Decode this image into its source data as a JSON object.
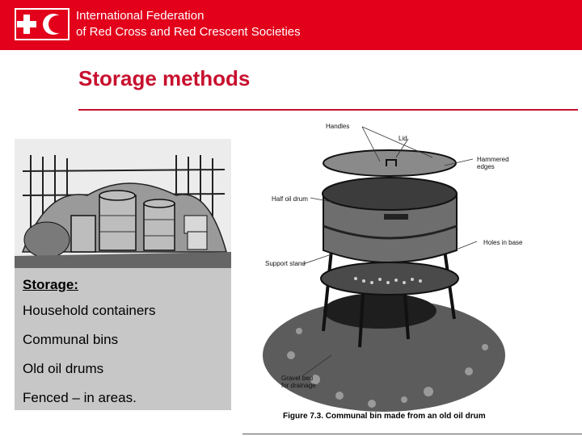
{
  "header": {
    "org_line1": "International Federation",
    "org_line2": "of Red Cross and Red Crescent Societies",
    "colors": {
      "brand_red": "#e2001a",
      "white": "#ffffff"
    }
  },
  "slide": {
    "title": "Storage methods"
  },
  "storage": {
    "heading": "Storage:",
    "items": [
      "Household containers",
      "Communal bins",
      "Old oil drums",
      "Fenced – in areas."
    ]
  },
  "figure": {
    "labels": {
      "handles": "Handles",
      "lid": "Lid",
      "hammered_edges_1": "Hammered",
      "hammered_edges_2": "edges",
      "half_oil_drum": "Half oil drum",
      "holes_in_base": "Holes in base",
      "support_stand": "Support stand",
      "gravel_bed_1": "Gravel bed",
      "gravel_bed_2": "for drainage"
    },
    "caption": "Figure 7.3. Communal bin made from an old oil drum"
  }
}
